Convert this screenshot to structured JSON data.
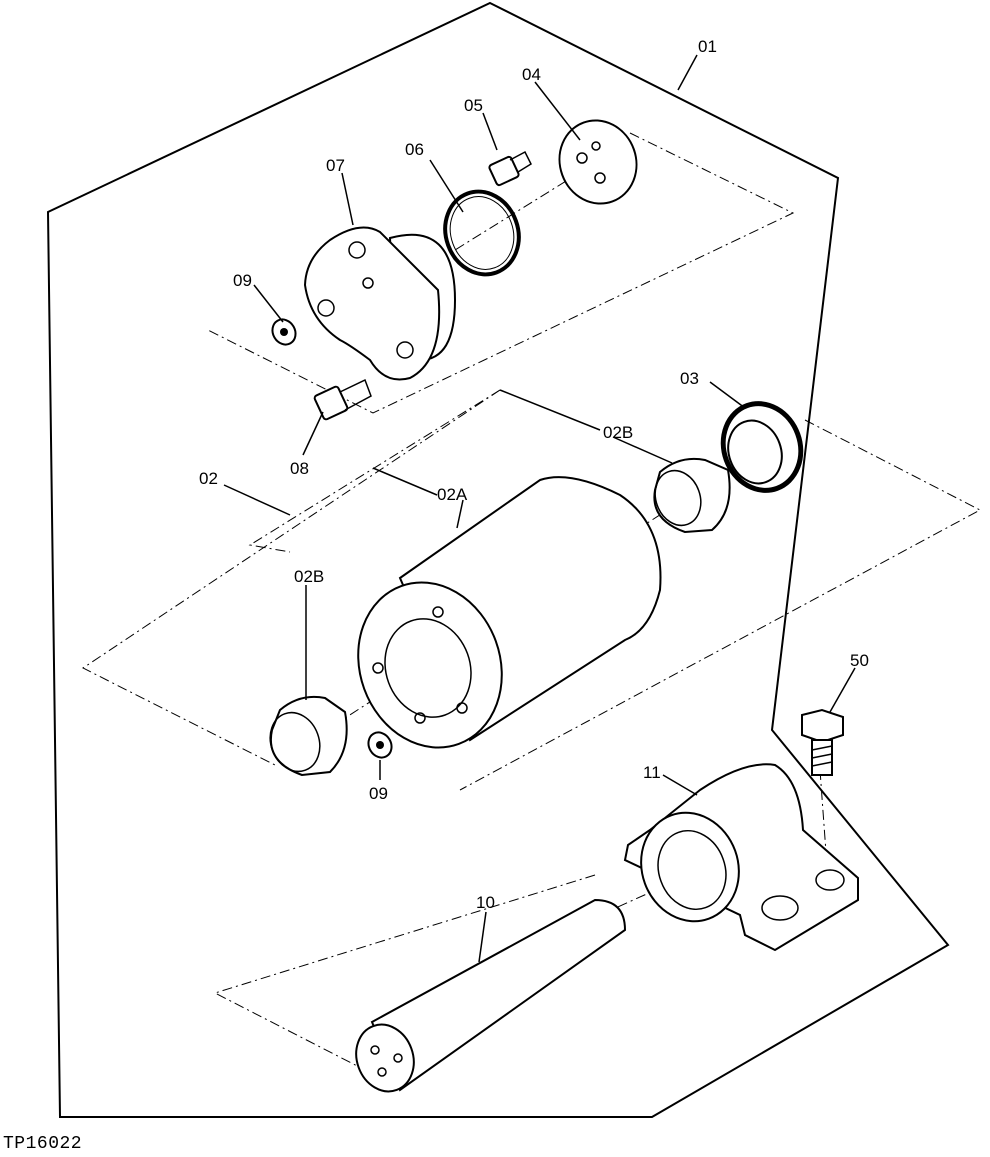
{
  "figure_id": "TP16022",
  "callouts": {
    "c01": "01",
    "c02": "02",
    "c02a": "02A",
    "c02b_top": "02B",
    "c02b_left": "02B",
    "c03": "03",
    "c04": "04",
    "c05": "05",
    "c06": "06",
    "c07": "07",
    "c08": "08",
    "c09_top": "09",
    "c09_mid": "09",
    "c10": "10",
    "c11": "11",
    "c50": "50"
  }
}
